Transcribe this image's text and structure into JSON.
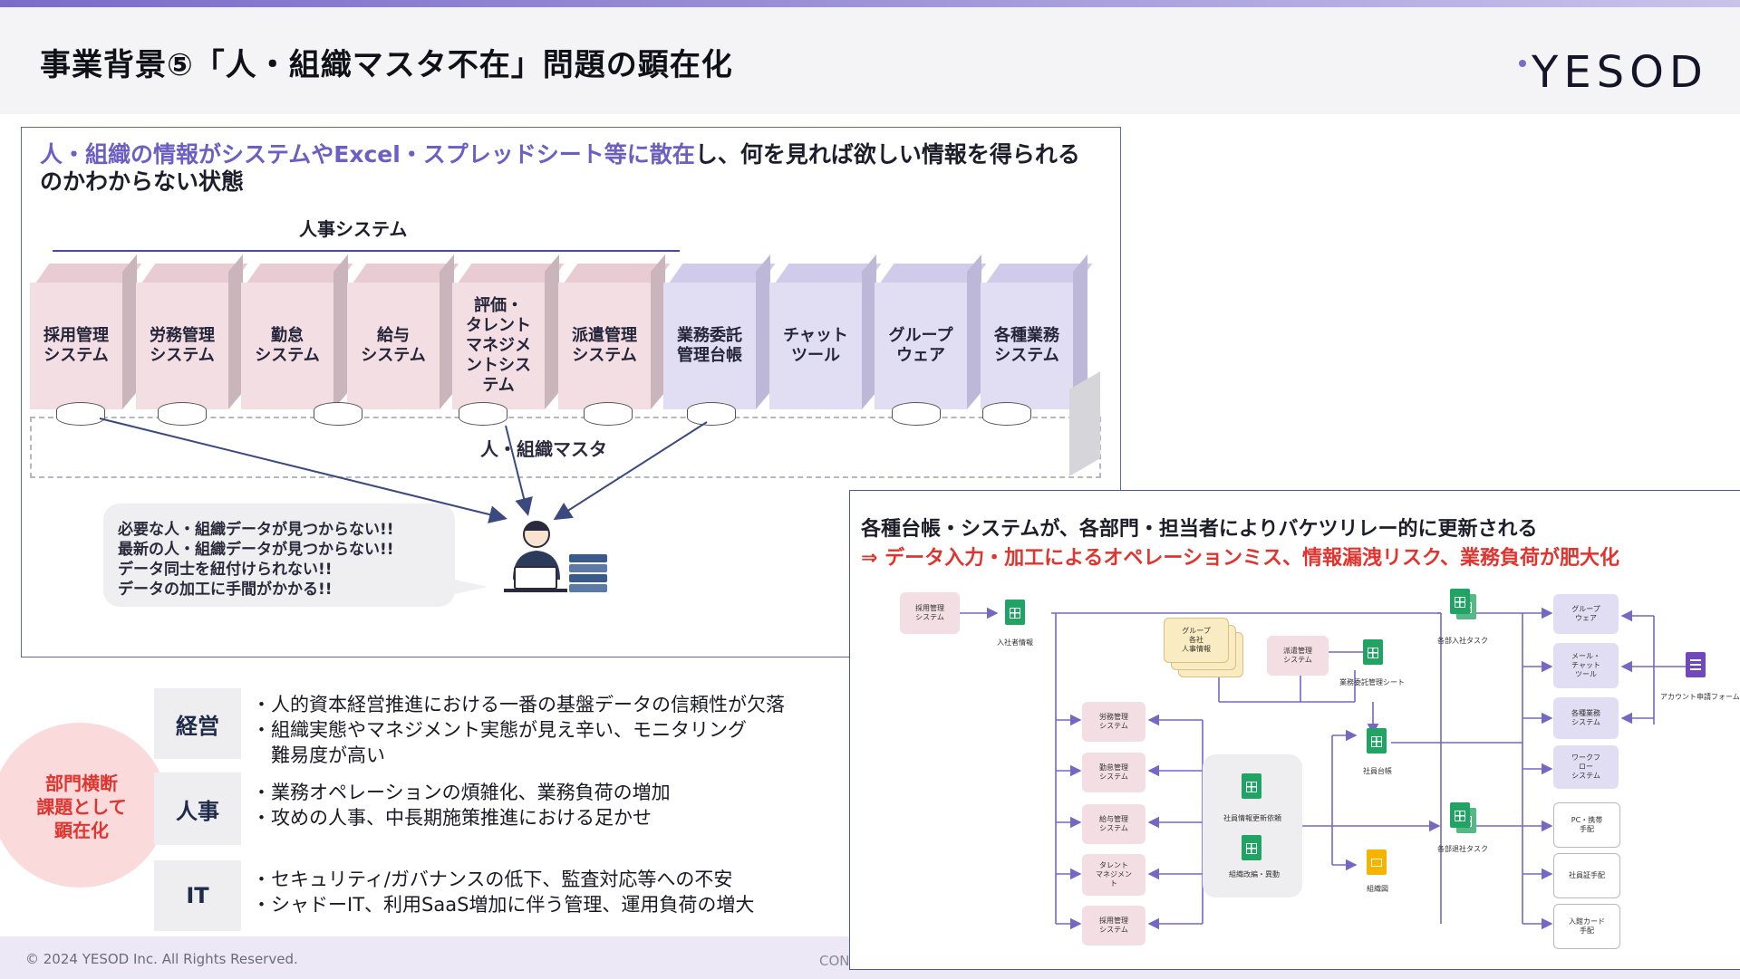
{
  "header": {
    "title": "事業背景⑤「人・組織マスタ不在」問題の顕在化",
    "logo": "YESOD"
  },
  "panel1": {
    "headline_part1": "人・組織の情報がシステムやExcel・スプレッドシート等に散在",
    "headline_part2": "し、何を見れば欲しい情報を得られるのかわからない状態",
    "hr_system_label": "人事システム",
    "systems": [
      {
        "label": "採用管理\nシステム",
        "group": "hr"
      },
      {
        "label": "労務管理\nシステム",
        "group": "hr"
      },
      {
        "label": "勤怠\nシステム",
        "group": "hr"
      },
      {
        "label": "給与\nシステム",
        "group": "hr"
      },
      {
        "label": "評価・\nタレント\nマネジメ\nントシス\nテム",
        "group": "hr"
      },
      {
        "label": "派遣管理\nシステム",
        "group": "hr"
      },
      {
        "label": "業務委託\n管理台帳",
        "group": "other"
      },
      {
        "label": "チャット\nツール",
        "group": "other"
      },
      {
        "label": "グループ\nウェア",
        "group": "other"
      },
      {
        "label": "各種業務\nシステム",
        "group": "other"
      }
    ],
    "master_label": "人・組織マスタ",
    "bubble_lines": [
      "必要な人・組織データが見つからない!!",
      "最新の人・組織データが見つからない!!",
      "データ同士を紐付けられない!!",
      "データの加工に手間がかかる!!"
    ]
  },
  "issues": {
    "circle_lines": [
      "部門横断",
      "課題として",
      "顕在化"
    ],
    "categories": [
      {
        "name": "経営",
        "lines": [
          "・人的資本経営推進における一番の基盤データの信頼性が欠落",
          "・組織実態やマネジメント実態が見え辛い、モニタリング",
          "　難易度が高い"
        ]
      },
      {
        "name": "人事",
        "lines": [
          "・業務オペレーションの煩雑化、業務負荷の増加",
          "・攻めの人事、中長期施策推進における足かせ"
        ]
      },
      {
        "name": "IT",
        "lines": [
          "・セキュリティ/ガバナンスの低下、監査対応等への不安",
          "・シャドーIT、利用SaaS増加に伴う管理、運用負荷の増大"
        ]
      }
    ]
  },
  "panel2": {
    "line1": "各種台帳・システムが、各部門・担当者によりバケツリレー的に更新される",
    "line2": "⇒ データ入力・加工によるオペレーションミス、情報漏洩リスク、業務負荷が肥大化",
    "nodes": {
      "recruit": "採用管理\nシステム",
      "onboard_info": "入社者情報",
      "group_hr": "グループ\n各社\n人事情報",
      "dispatch": "派遣管理\nシステム",
      "contract_sheet": "業務委託管理シート",
      "dept_task_top": "各部入社タスク",
      "labor": "労務管理\nシステム",
      "attendance": "勤怠管理\nシステム",
      "payroll": "給与管理\nシステム",
      "talent": "タレント\nマネジメン\nト",
      "recruit2": "採用管理\nシステム",
      "emp_update": "社員情報更新依頼",
      "org_change": "組織改編・異動",
      "emp_ledger": "社員台帳",
      "org_chart": "組織図",
      "dept_task_bottom": "各部退社タスク",
      "groupware": "グループ\nウェア",
      "mail_chat": "メール・\nチャット\nツール",
      "biz_sys": "各種業務\nシステム",
      "workflow": "ワークフ\nロー\nシステム",
      "pc_phone": "PC・携帯\n手配",
      "id_card": "社員証手配",
      "entry_card": "入館カード\n手配",
      "account_form": "アカウント申請フォーム"
    }
  },
  "footer": {
    "copyright": "© 2024 YESOD Inc. All Rights Reserved.",
    "confidential": "CON"
  },
  "colors": {
    "accent": "#6b5fc6",
    "red": "#e0342f",
    "pink_box": "#f2dee3",
    "lavender_box": "#e1def4",
    "navy_arrow": "#3a4a80"
  }
}
